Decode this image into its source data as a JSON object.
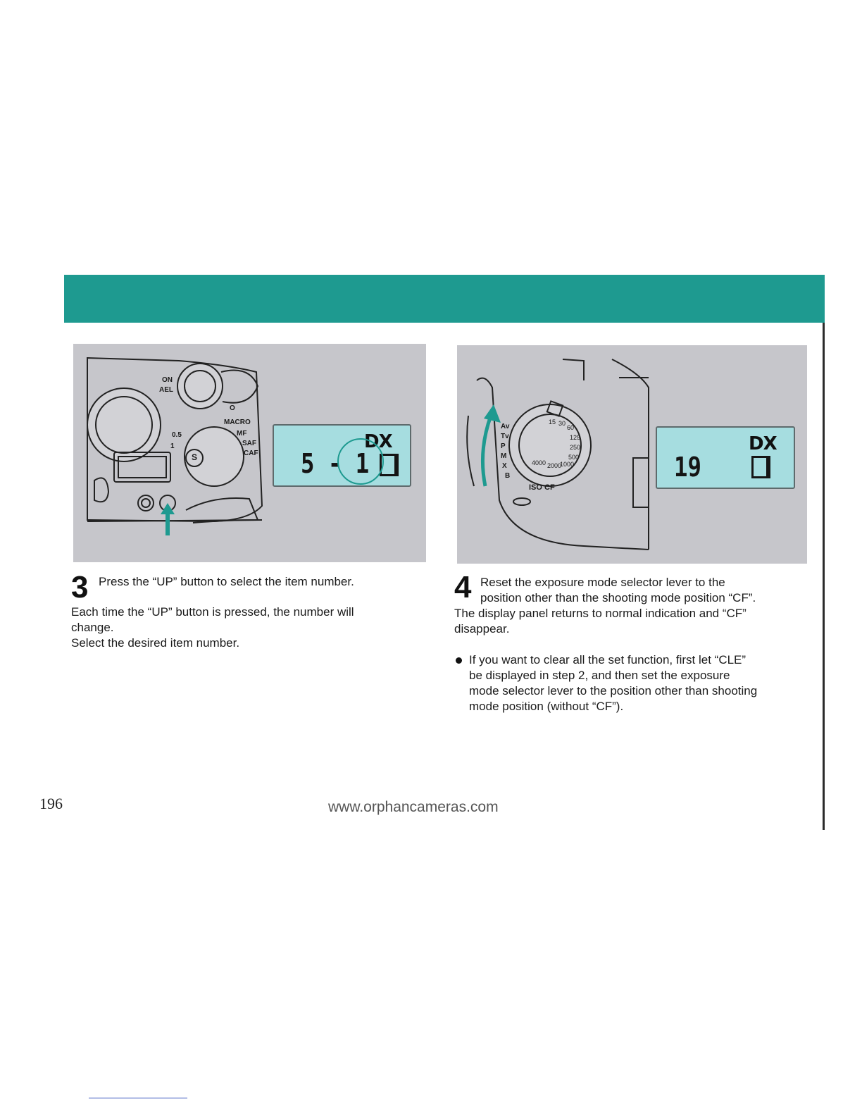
{
  "page": {
    "number": "196",
    "website": "www.orphancameras.com",
    "band_color": "#1e9a90",
    "figure_bg": "#c6c6cb",
    "lcd_color": "#a6dde0"
  },
  "figure_left": {
    "dial_labels": [
      "ON",
      "AEL",
      "O",
      "MACRO",
      "MF",
      "SAF",
      "CAF",
      "0.5",
      "1",
      "S"
    ],
    "lcd_dx": "DX",
    "lcd_digits": "5 - 1"
  },
  "figure_right": {
    "mode_labels": [
      "Av",
      "Tv",
      "P",
      "M",
      "X",
      "B"
    ],
    "dial_numbers": [
      "15",
      "30",
      "60",
      "125",
      "250",
      "500",
      "1000",
      "2000",
      "4000"
    ],
    "dial_bottom": "ISO CF",
    "lcd_dx": "DX",
    "lcd_digits": "19"
  },
  "step3": {
    "number": "3",
    "lead": "Press the “UP” button to select the item number.",
    "body": [
      "Each time the “UP” button is pressed, the number will",
      "change.",
      "Select the desired item number."
    ]
  },
  "step4": {
    "number": "4",
    "lead": [
      "Reset the exposure mode selector lever to the",
      "position other than the shooting mode position “CF”."
    ],
    "body": [
      "The display panel returns to normal indication and “CF”",
      "disappear."
    ],
    "bullet": [
      "If you want to clear all the set function, first let “CLE”",
      "be displayed in step 2, and then set the exposure",
      "mode selector lever to the position other than shooting",
      "mode position (without “CF”)."
    ]
  }
}
